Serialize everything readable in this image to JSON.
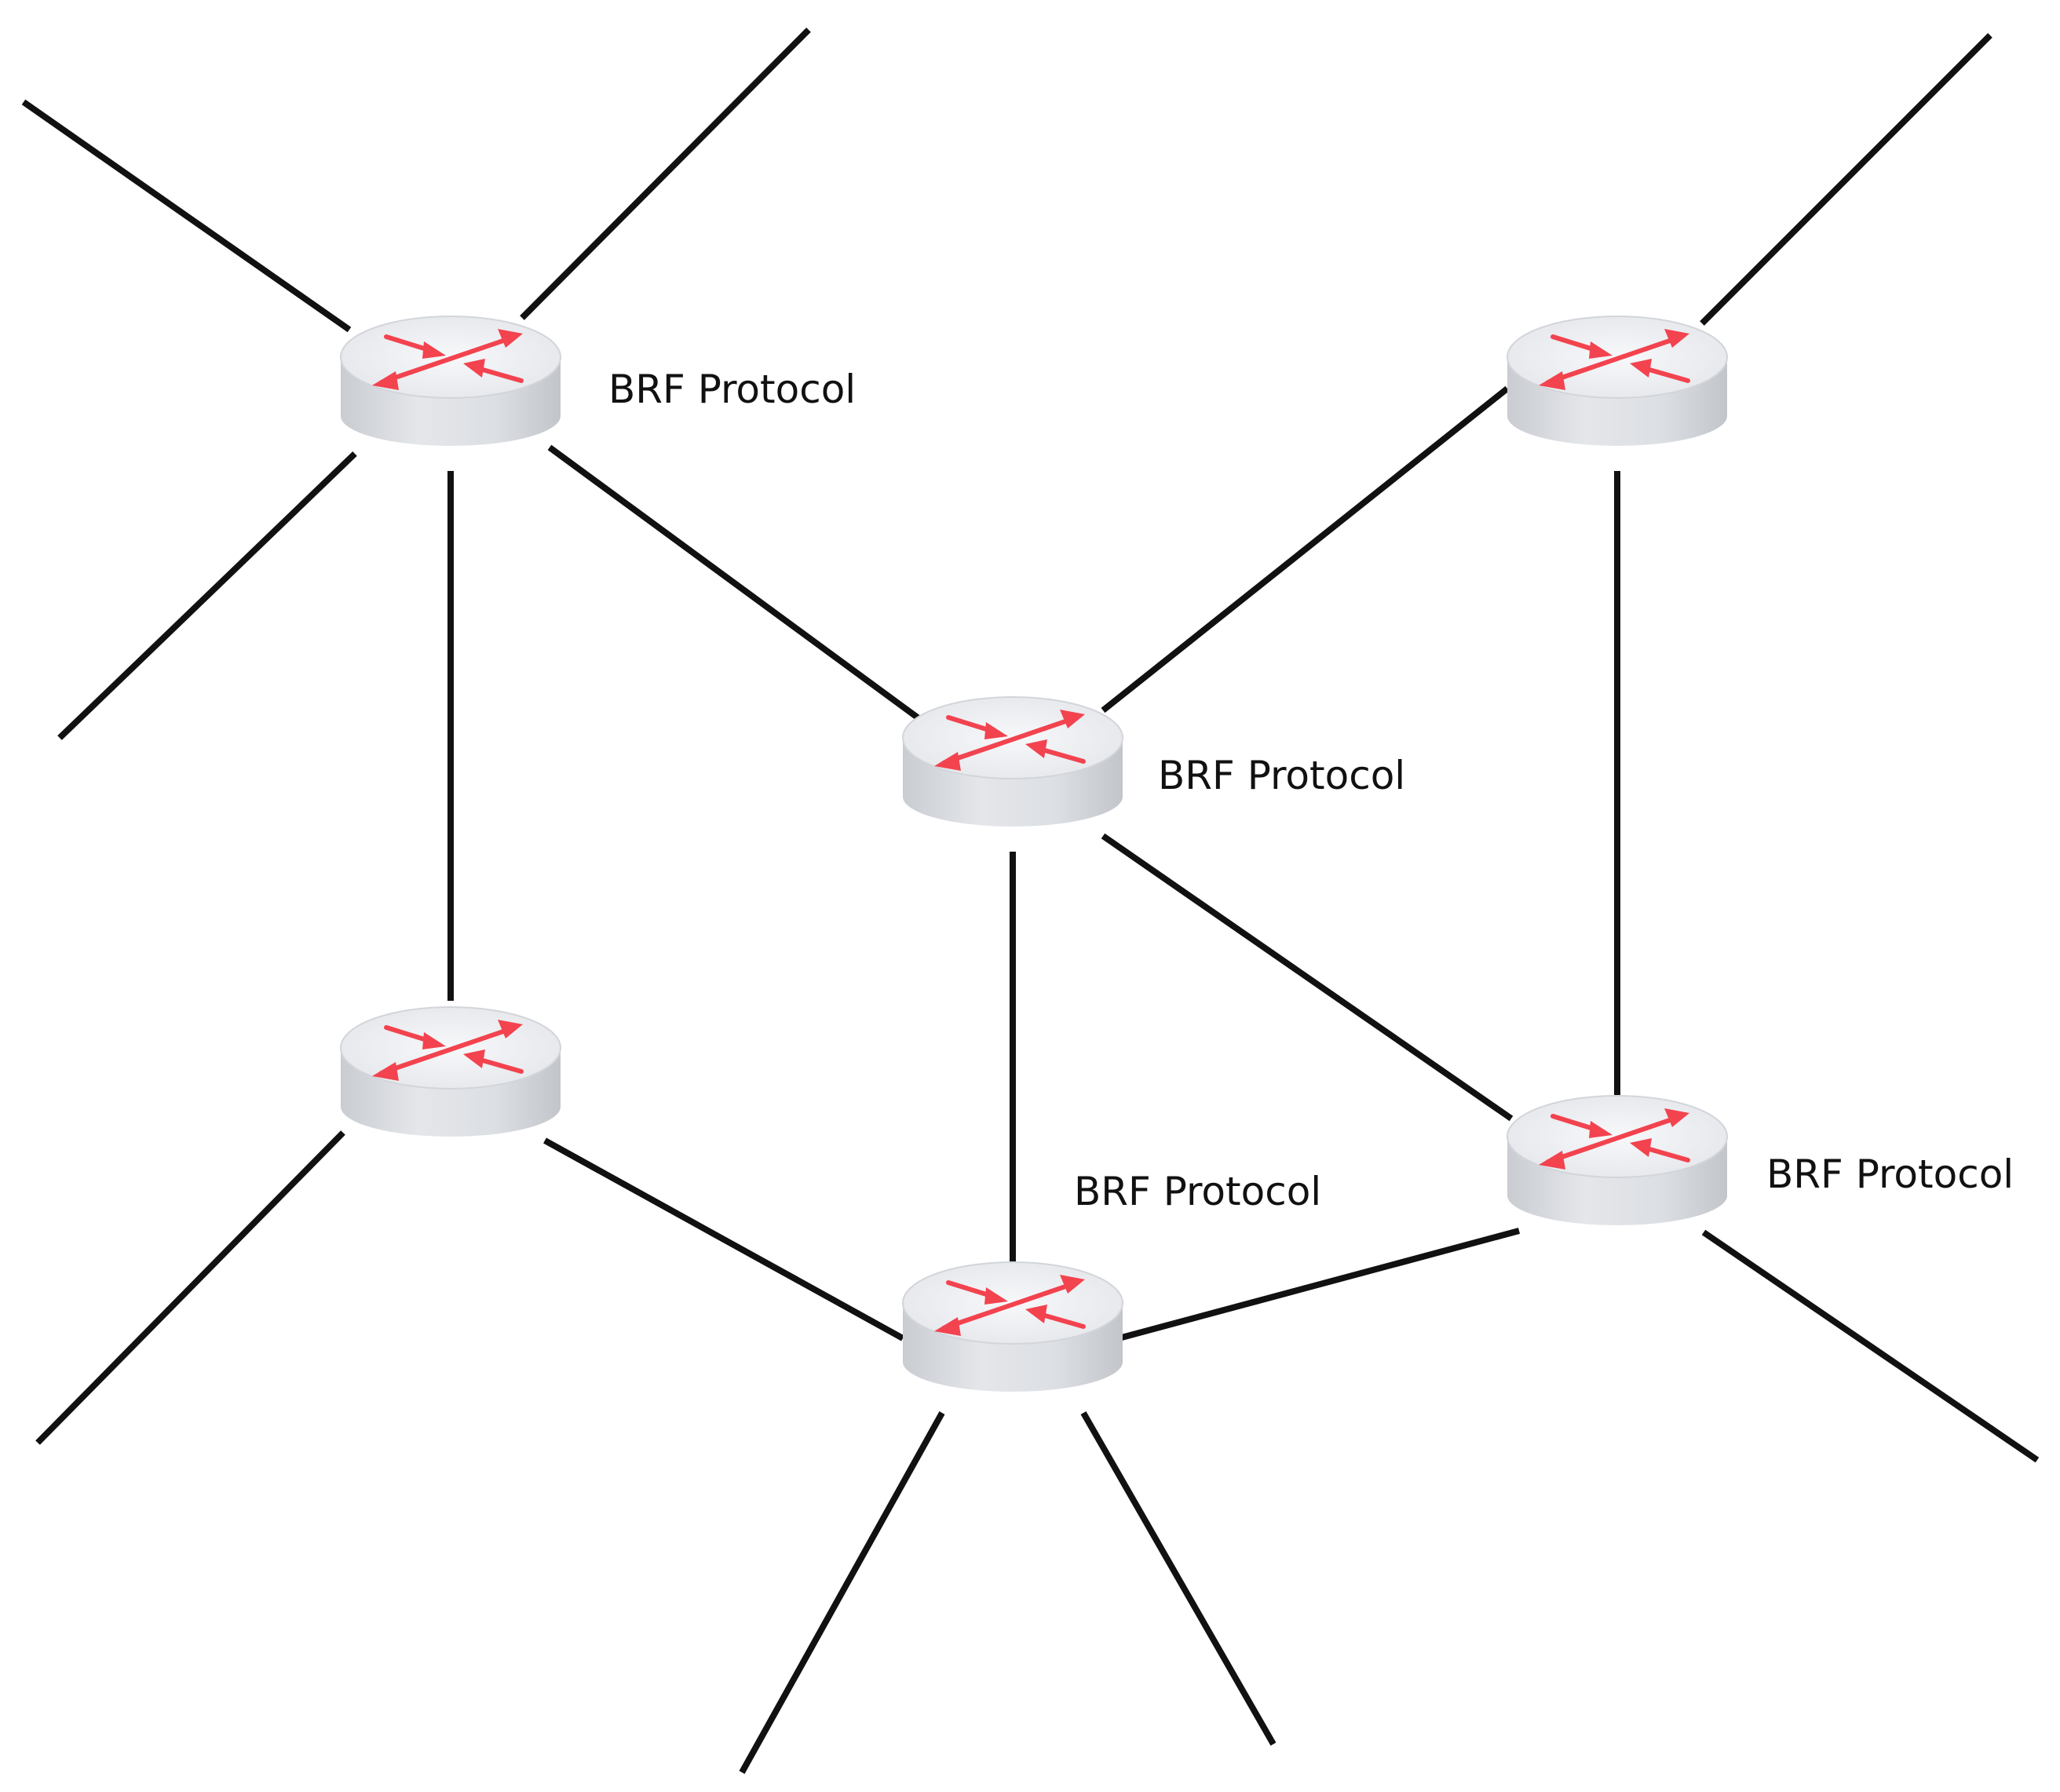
{
  "diagram": {
    "labels": {
      "router_a": "BRF Protocol",
      "router_c": "BRF Protocol",
      "router_e": "BRF Protocol",
      "router_f": "BRF Protocol"
    },
    "colors": {
      "line": "#111111",
      "arrow": "#f2434f",
      "router_top": "#eceef1",
      "router_side": "#d6d9de",
      "background": "#ffffff"
    },
    "routers": [
      {
        "id": "router_a",
        "icon": "router-icon"
      },
      {
        "id": "router_b",
        "icon": "router-icon"
      },
      {
        "id": "router_c",
        "icon": "router-icon"
      },
      {
        "id": "router_d",
        "icon": "router-icon"
      },
      {
        "id": "router_e",
        "icon": "router-icon"
      },
      {
        "id": "router_f",
        "icon": "router-icon"
      }
    ],
    "links": [
      [
        "router_a",
        "router_c"
      ],
      [
        "router_a",
        "router_d"
      ],
      [
        "router_b",
        "router_c"
      ],
      [
        "router_b",
        "router_f"
      ],
      [
        "router_c",
        "router_e"
      ],
      [
        "router_c",
        "router_f"
      ],
      [
        "router_d",
        "router_e"
      ],
      [
        "router_e",
        "router_f"
      ]
    ]
  }
}
